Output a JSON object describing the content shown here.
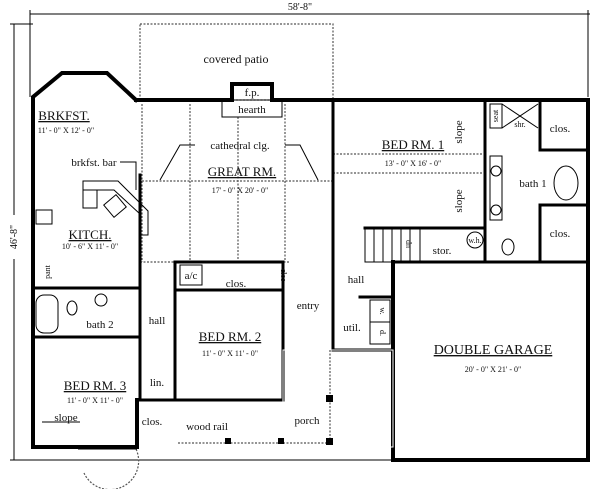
{
  "plan": {
    "overall_width": "58'-8\"",
    "overall_depth": "46'-8\"",
    "covered_patio": "covered patio",
    "fireplace": "f.p.",
    "hearth": "hearth",
    "cathedral": "cathedral clg.",
    "rooms": {
      "brkfst": {
        "name": "BRKFST.",
        "size": "11' - 0\" X 12' - 0\""
      },
      "great": {
        "name": "GREAT RM.",
        "size": "17' - 0\" X 20' - 0\""
      },
      "kitch": {
        "name": "KITCH.",
        "size": "10' - 6\" X 11' - 0\""
      },
      "bed1": {
        "name": "BED RM. 1",
        "size": "13' - 0\" X 16' - 0\""
      },
      "bed2": {
        "name": "BED RM. 2",
        "size": "11' - 0\" X 11' - 0\""
      },
      "bed3": {
        "name": "BED RM. 3",
        "size": "11' - 0\" X 11' - 0\""
      },
      "garage": {
        "name": "DOUBLE GARAGE",
        "size": "20' - 0\" X 21' - 0\""
      }
    },
    "labels": {
      "brkfst_bar": "brkfst. bar",
      "pant": "pant",
      "ac": "a/c",
      "clos_bed2": "clos.",
      "clos_side": "clos",
      "bath2": "bath 2",
      "hall_left": "hall",
      "entry": "entry",
      "lin": "lin.",
      "clos_bed3": "clos.",
      "slope_bed3": "slope",
      "wood_rail": "wood rail",
      "porch": "porch",
      "slope_top": "slope",
      "slope_bottom": "slope",
      "seat": "seat",
      "shr": "shr.",
      "clos_top": "clos.",
      "clos_bottom": "clos.",
      "bath1": "bath 1",
      "up": "up",
      "stor": "stor.",
      "wh": "w.h.",
      "hall_right": "hall",
      "util": "util.",
      "washer": "w.",
      "dryer": "d."
    }
  }
}
